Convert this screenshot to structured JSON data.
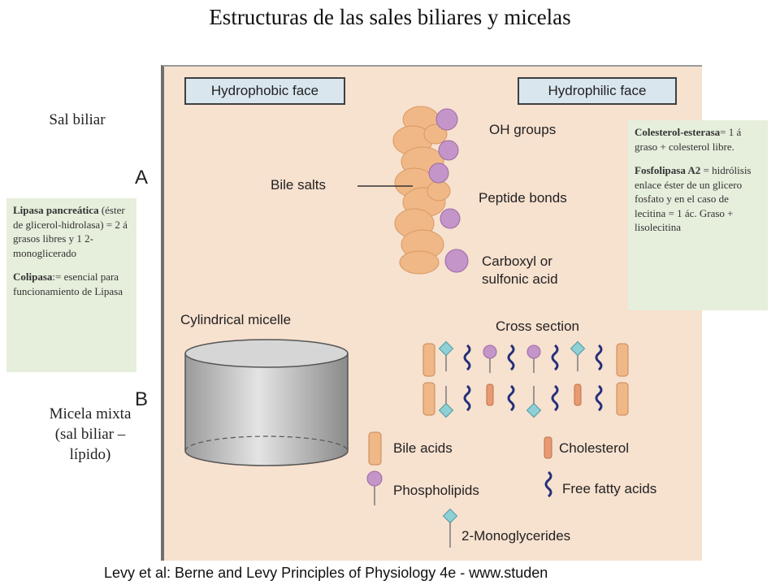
{
  "slide": {
    "title": "Estructuras de las sales biliares  y micelas",
    "citation": "Levy et al: Berne and Levy Principles of Physiology 4e - www.studen"
  },
  "side_labels": {
    "sal_biliar": "Sal biliar",
    "micela_line1": "Micela mixta",
    "micela_line2": "(sal biliar –",
    "micela_line3": "lípido)"
  },
  "figure": {
    "hydrophobic_face": "Hydrophobic face",
    "hydrophilic_face": "Hydrophilic face",
    "panel_a": "A",
    "panel_b": "B",
    "bile_salts": "Bile salts",
    "oh_groups": "OH groups",
    "peptide_bonds": "Peptide bonds",
    "carboxyl_line1": "Carboxyl or",
    "carboxyl_line2": "sulfonic acid",
    "cylindrical_micelle": "Cylindrical micelle",
    "cross_section": "Cross section",
    "legend": {
      "bile_acids": "Bile acids",
      "cholesterol": "Cholesterol",
      "phospholipids": "Phospholipids",
      "free_fatty_acids": "Free fatty acids",
      "monoglycerides": "2-Monoglycerides"
    }
  },
  "note_left": {
    "lipasa_bold": "Lipasa pancreática",
    "lipasa_text": " (éster de glicerol-hidrolasa) = 2  á grasos libres y 1 2-monoglicerado",
    "colipasa_bold": "Colipasa",
    "colipasa_text": ":= esencial para funcionamiento de Lipasa"
  },
  "note_right": {
    "colesterol_bold": "Colesterol-esterasa",
    "colesterol_text": "= 1 á graso + colesterol libre.",
    "fosfo_bold": "Fosfolipasa A2",
    "fosfo_text": " = hidrólisis enlace éster de un glicero fosfato y en  el caso de lecitina = 1 ác. Graso + lisolecitina"
  },
  "colors": {
    "panel_bg": "#f7e1cf",
    "bile_salt": "#f0b886",
    "oh_group": "#c395c9",
    "face_box": "#d9e6ee",
    "cholesterol": "#e89a72",
    "fatty_acid": "#23307a",
    "monoglyceride": "#8ed0d6",
    "note_bg": "#e6eedc"
  }
}
